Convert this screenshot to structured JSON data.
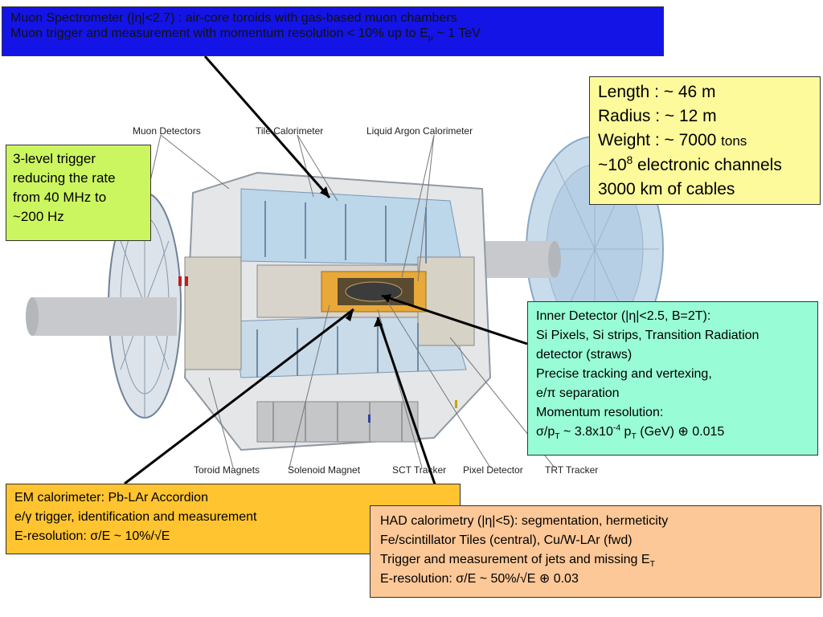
{
  "muon_spectrometer": {
    "line1": "Muon Spectrometer (|η|<2.7) : air-core toroids with gas-based muon chambers",
    "line2_pre": "Muon trigger and measurement with momentum resolution < 10% up to E",
    "line2_sub": "μ",
    "line2_post": " ~ 1 TeV"
  },
  "specs": {
    "length": "Length  : ~ 46 m",
    "radius": "Radius  : ~ 12 m",
    "weight_pre": "Weight : ~ 7000 ",
    "weight_unit": "tons",
    "channels_pre": "~10",
    "channels_sup": "8",
    "channels_post": " electronic channels",
    "cables": "3000 km of cables"
  },
  "trigger": {
    "line1": "3-level trigger",
    "line2": "reducing the rate",
    "line3": "from 40 MHz to",
    "line4": "~200 Hz"
  },
  "inner_detector": {
    "line1": "Inner Detector (|η|<2.5, B=2T):",
    "line2": "Si Pixels, Si strips, Transition Radiation",
    "line3": "detector (straws)",
    "line4": "Precise tracking and vertexing,",
    "line5": "e/π separation",
    "line6": "Momentum resolution:",
    "line7_a": "σ/p",
    "line7_sub1": "T",
    "line7_b": " ~ 3.8x10",
    "line7_sup": "-4",
    "line7_c": " p",
    "line7_sub2": "T",
    "line7_d": " (GeV) ⊕ 0.015"
  },
  "em_calorimeter": {
    "line1": "EM calorimeter: Pb-LAr Accordion",
    "line2": "e/γ trigger, identification and measurement",
    "line3": "E-resolution: σ/E ~ 10%/√E"
  },
  "had_calorimeter": {
    "line1": "HAD calorimetry (|η|<5): segmentation, hermeticity",
    "line2": "Fe/scintillator Tiles (central), Cu/W-LAr (fwd)",
    "line3_pre": "Trigger and measurement of jets and missing E",
    "line3_sub": "T",
    "line4": "E-resolution: σ/E ~ 50%/√E ⊕ 0.03"
  },
  "labels": {
    "muon_detectors": "Muon Detectors",
    "tile_calorimeter": "Tile Calorimeter",
    "liquid_argon": "Liquid Argon Calorimeter",
    "toroid_magnets": "Toroid Magnets",
    "solenoid_magnet": "Solenoid Magnet",
    "sct_tracker": "SCT Tracker",
    "pixel_detector": "Pixel Detector",
    "trt_tracker": "TRT Tracker"
  },
  "colors": {
    "muon_box": "#1414e6",
    "specs_box": "#fdfa9c",
    "trigger_box": "#ccf660",
    "inner_box": "#98fcd6",
    "em_box": "#ffc430",
    "had_box": "#fcc898"
  }
}
